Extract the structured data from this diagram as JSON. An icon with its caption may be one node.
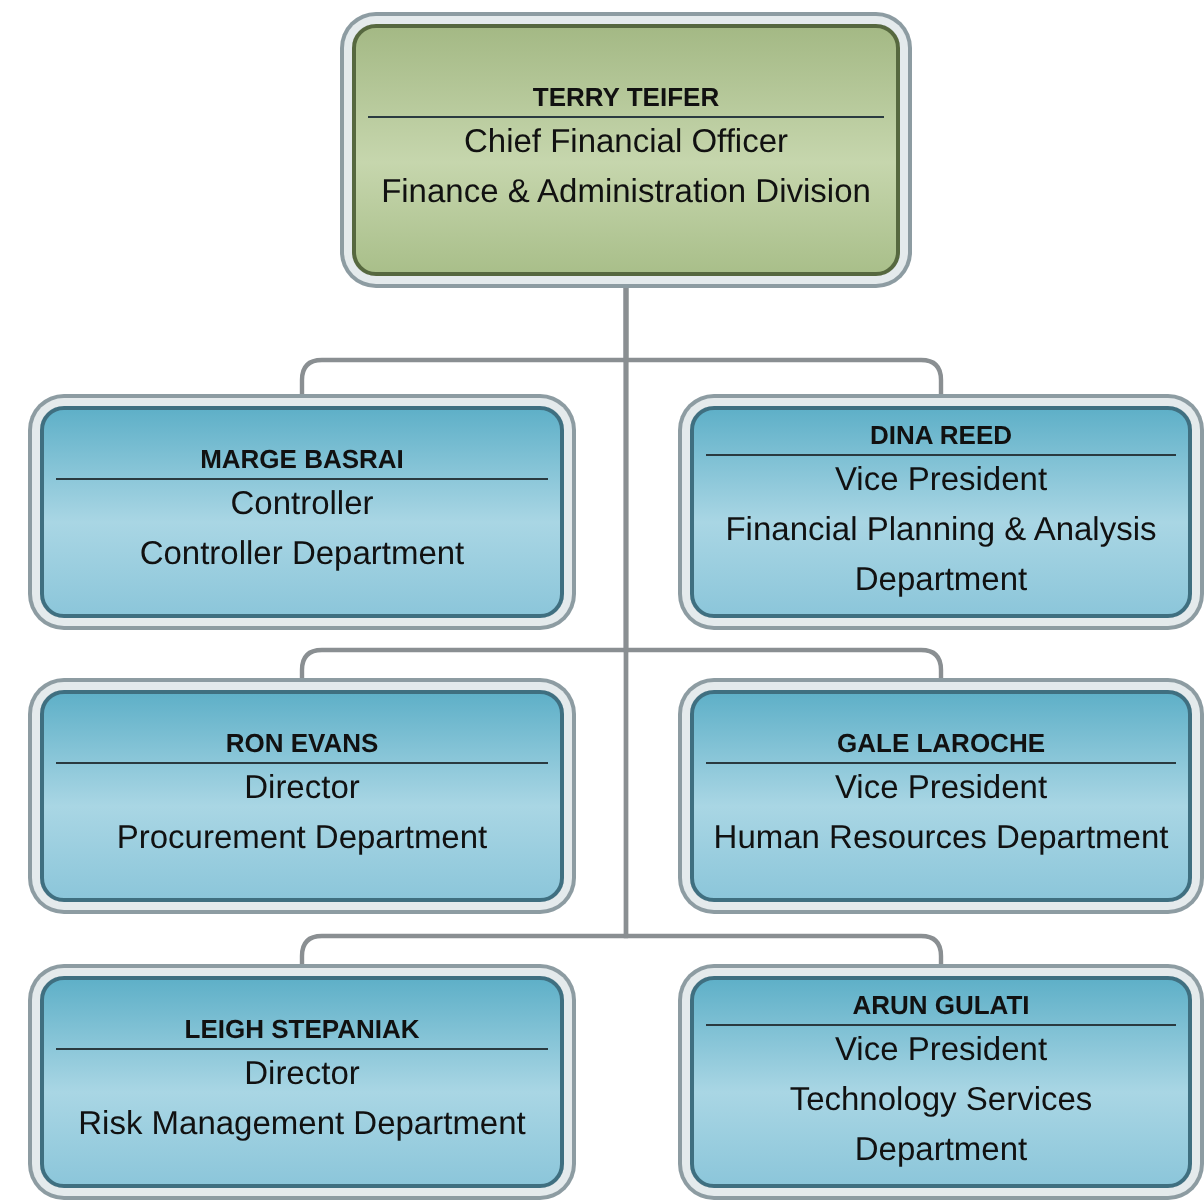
{
  "diagram": {
    "nodes": [
      {
        "text": [
          "TERRY TEIFER",
          "Chief Financial Officer",
          "Finance & Administration Division"
        ]
      },
      {
        "text": [
          "MARGE BASRAI",
          "Controller",
          "Controller Department"
        ]
      },
      {
        "text": [
          "DINA REED",
          "Vice President",
          "Financial Planning & Analysis Department"
        ]
      },
      {
        "text": [
          "RON EVANS",
          "Director",
          "Procurement Department"
        ]
      },
      {
        "text": [
          "GALE LAROCHE",
          "Vice President",
          "Human Resources Department"
        ]
      },
      {
        "text": [
          "LEIGH STEPANIAK",
          "Director",
          "Risk Management Department"
        ]
      },
      {
        "text": [
          "ARUN GULATI",
          "Vice President",
          "Technology Services Department"
        ]
      }
    ],
    "edges": [
      {
        "from": 0,
        "to": 1,
        "arrow": "none"
      },
      {
        "from": 0,
        "to": 2,
        "arrow": "none"
      },
      {
        "from": 0,
        "to": 3,
        "arrow": "none"
      },
      {
        "from": 0,
        "to": 4,
        "arrow": "none"
      },
      {
        "from": 0,
        "to": 5,
        "arrow": "none"
      },
      {
        "from": 0,
        "to": 6,
        "arrow": "none"
      }
    ]
  }
}
